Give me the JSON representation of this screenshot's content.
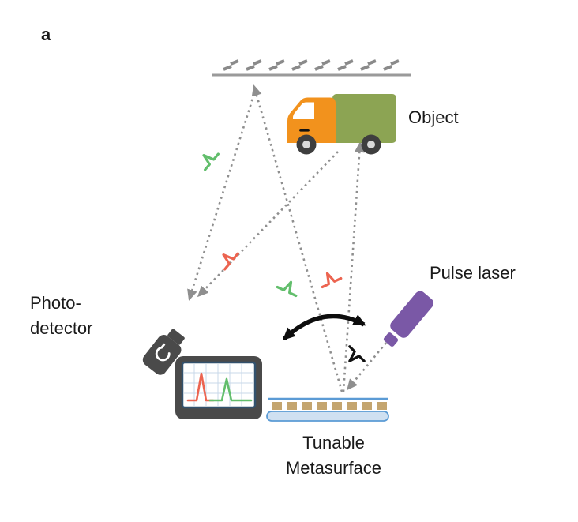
{
  "figure": {
    "panel_label": "a",
    "labels": {
      "object": "Object",
      "pulse_laser": "Pulse laser",
      "photodetector": "Photo-\ndetector",
      "metasurface": "Tunable\nMetasurface"
    },
    "icons": {
      "ceiling": "hatched-surface-icon",
      "truck": "truck-icon",
      "laser": "pulse-laser-icon",
      "photodetector": "photodetector-camera-icon",
      "oscilloscope": "oscilloscope-screen-icon",
      "metasurface": "metasurface-chip-icon",
      "steering_arrow": "beam-steering-double-arrow-icon",
      "beams": "dotted-beam-arrow",
      "pulses": [
        "green-pulse-icon",
        "orange-pulse-icon",
        "black-pulse-icon"
      ]
    },
    "colors": {
      "beam_gray": "#8F8F8F",
      "pulse_green": "#62BE6C",
      "pulse_orange": "#EC6450",
      "pulse_black": "#111111",
      "laser_purple": "#7A58A6",
      "truck_cab_orange": "#F2921D",
      "truck_cargo_green": "#8CA453",
      "truck_wheel_gray": "#3E3E3E",
      "metasurface_blue": "#5B9BD5",
      "metasurface_substrate": "#CFE0F1",
      "metasurface_pad_tan": "#C4A56F",
      "device_gray": "#4A4A4A",
      "screen_grid_blue": "#C9D9EA",
      "ceiling_gray": "#8A8A8A",
      "background": "#FFFFFF"
    }
  }
}
